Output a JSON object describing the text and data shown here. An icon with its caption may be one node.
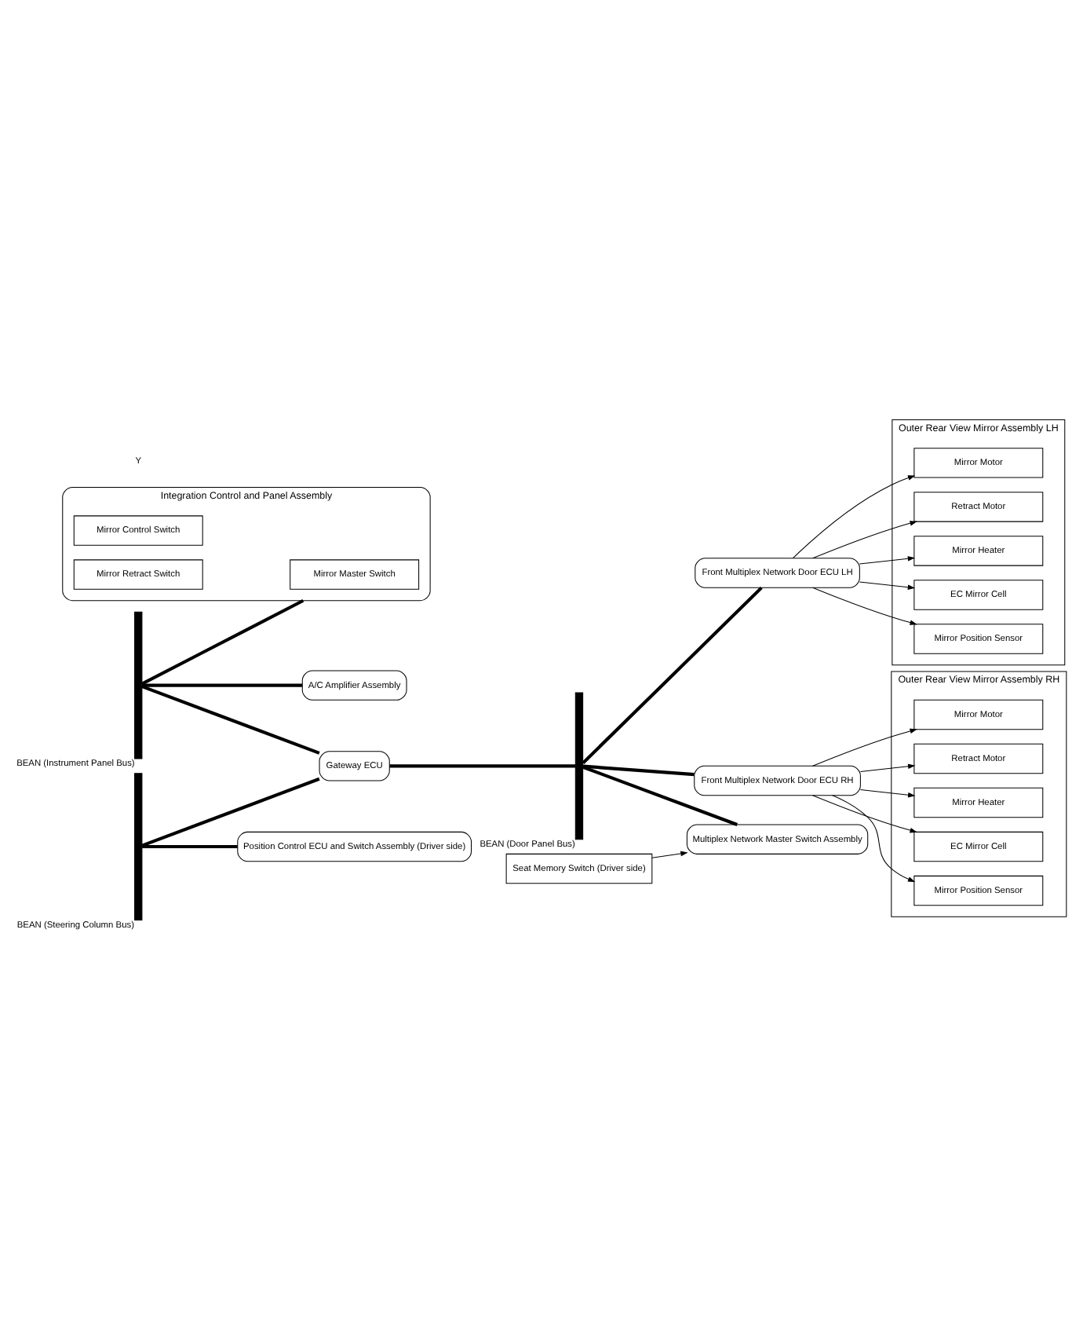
{
  "diagram": {
    "nodes": [
      {
        "text": [
          "Integration Control and Panel Assembly"
        ]
      },
      {
        "text": [
          "Mirror Master Switch"
        ],
        "in": 0
      },
      {
        "text": [
          "Mirror Control Switch"
        ],
        "in": 0
      },
      {
        "text": [
          "Mirror Retract Switch"
        ],
        "in": 0
      },
      {
        "text": [
          "A/C Amplifier Assembly"
        ]
      },
      {
        "text": [
          "Gateway ECU"
        ]
      },
      {
        "text": [
          "Front Multiplex Network Door ECU LH"
        ]
      },
      {
        "text": [
          "Outer Rear View Mirror Assembly LH"
        ]
      },
      {
        "text": [
          "Mirror Motor"
        ],
        "in": 7
      },
      {
        "text": [
          "Retract Motor"
        ],
        "in": 7
      },
      {
        "text": [
          "Mirror Heater"
        ],
        "in": 7
      },
      {
        "text": [
          "EC Mirror Cell"
        ],
        "in": 7
      },
      {
        "text": [
          "Mirror Position Sensor"
        ],
        "in": 7
      },
      {
        "text": [
          "Position Control ECU and Switch Assembly (Driver side)"
        ]
      },
      {
        "text": [
          "Front Multiplex Network Door ECU RH"
        ]
      },
      {
        "text": [
          "Outer Rear View Mirror Assembly RH"
        ]
      },
      {
        "text": [
          "Mirror Motor"
        ],
        "in": 15
      },
      {
        "text": [
          "Retract Motor"
        ],
        "in": 15
      },
      {
        "text": [
          "Mirror Heater"
        ],
        "in": 15
      },
      {
        "text": [
          "EC Mirror Cell"
        ],
        "in": 15
      },
      {
        "text": [
          "Mirror Position Sensor"
        ],
        "in": 15
      },
      {
        "text": [
          "Multiplex Network Master Switch Assembly"
        ]
      },
      {
        "text": [
          "Seat Memory Switch (Driver side)"
        ]
      },
      {
        "text": [],
        "shape": "bar",
        "beside": [
          "BEAN (Instrument Panel Bus)"
        ]
      },
      {
        "text": [],
        "shape": "bar",
        "beside": [
          "BEAN (Steering Column Bus)"
        ]
      },
      {
        "text": [],
        "shape": "bar",
        "beside": [
          "BEAN (Door Panel Bus)"
        ]
      }
    ],
    "edges": [
      {
        "from": 23,
        "to": 0,
        "arrow": "none",
        "style": "thick"
      },
      {
        "from": 23,
        "to": 4,
        "arrow": "none",
        "style": "thick"
      },
      {
        "from": 23,
        "to": 5,
        "arrow": "none",
        "style": "thick"
      },
      {
        "from": 24,
        "to": 5,
        "arrow": "none",
        "style": "thick"
      },
      {
        "from": 24,
        "to": 13,
        "arrow": "none",
        "style": "thick"
      },
      {
        "from": 5,
        "to": 25,
        "arrow": "none",
        "style": "thick"
      },
      {
        "from": 25,
        "to": 6,
        "arrow": "none",
        "style": "thick"
      },
      {
        "from": 25,
        "to": 14,
        "arrow": "none",
        "style": "thick"
      },
      {
        "from": 25,
        "to": 21,
        "arrow": "none",
        "style": "thick"
      },
      {
        "from": 6,
        "to": 8,
        "arrow": "to"
      },
      {
        "from": 6,
        "to": 9,
        "arrow": "to"
      },
      {
        "from": 6,
        "to": 10,
        "arrow": "to"
      },
      {
        "from": 6,
        "to": 11,
        "arrow": "to"
      },
      {
        "from": 6,
        "to": 12,
        "arrow": "to"
      },
      {
        "from": 14,
        "to": 16,
        "arrow": "to"
      },
      {
        "from": 14,
        "to": 17,
        "arrow": "to"
      },
      {
        "from": 14,
        "to": 18,
        "arrow": "to"
      },
      {
        "from": 14,
        "to": 19,
        "arrow": "to"
      },
      {
        "from": 14,
        "to": 20,
        "arrow": "to"
      },
      {
        "from": 22,
        "to": 21,
        "arrow": "to"
      }
    ],
    "labels": [
      "Y"
    ]
  }
}
